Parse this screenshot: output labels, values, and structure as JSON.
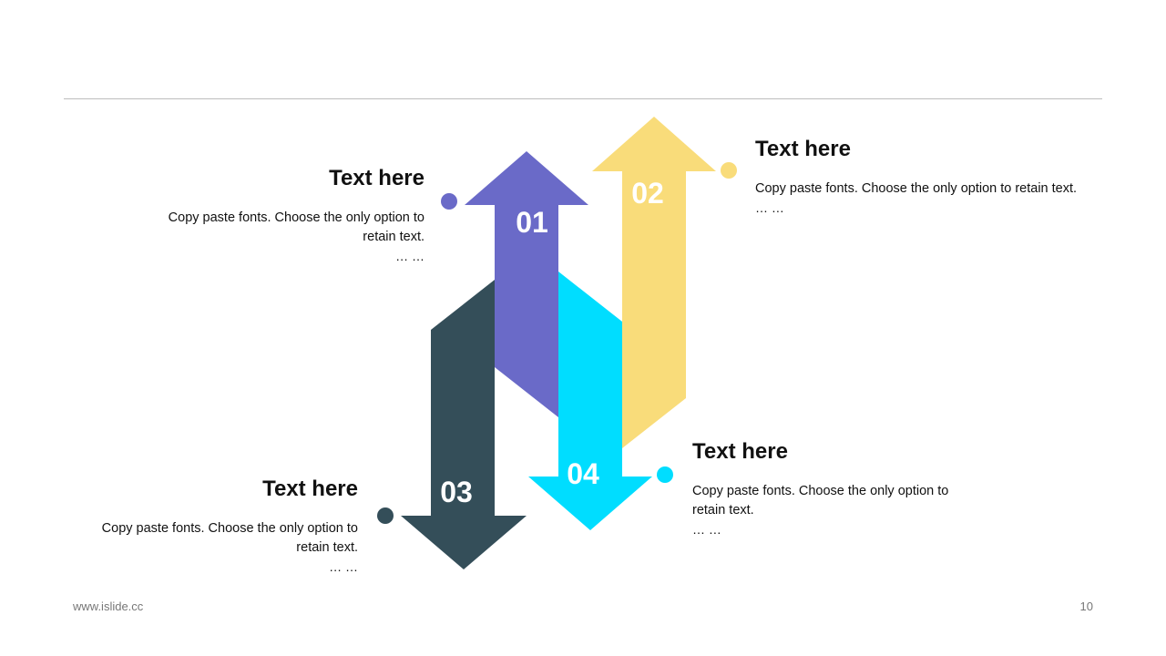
{
  "colors": {
    "step1": "#6A6AC8",
    "step2": "#F9DC7A",
    "step3": "#344E59",
    "step4": "#00DDFF"
  },
  "steps": [
    {
      "number": "01",
      "title": "Text here",
      "body": "Copy paste fonts. Choose the only option to retain text.",
      "ellipsis": "… …"
    },
    {
      "number": "02",
      "title": "Text here",
      "body": "Copy paste fonts. Choose the only option to retain text.",
      "ellipsis": "… …"
    },
    {
      "number": "03",
      "title": "Text here",
      "body": "Copy paste fonts. Choose the only option to retain text.",
      "ellipsis": "… …"
    },
    {
      "number": "04",
      "title": "Text here",
      "body": "Copy paste fonts. Choose the only option to retain text.",
      "ellipsis": "… …"
    }
  ],
  "footer": {
    "website": "www.islide.cc",
    "page_number": "10"
  }
}
